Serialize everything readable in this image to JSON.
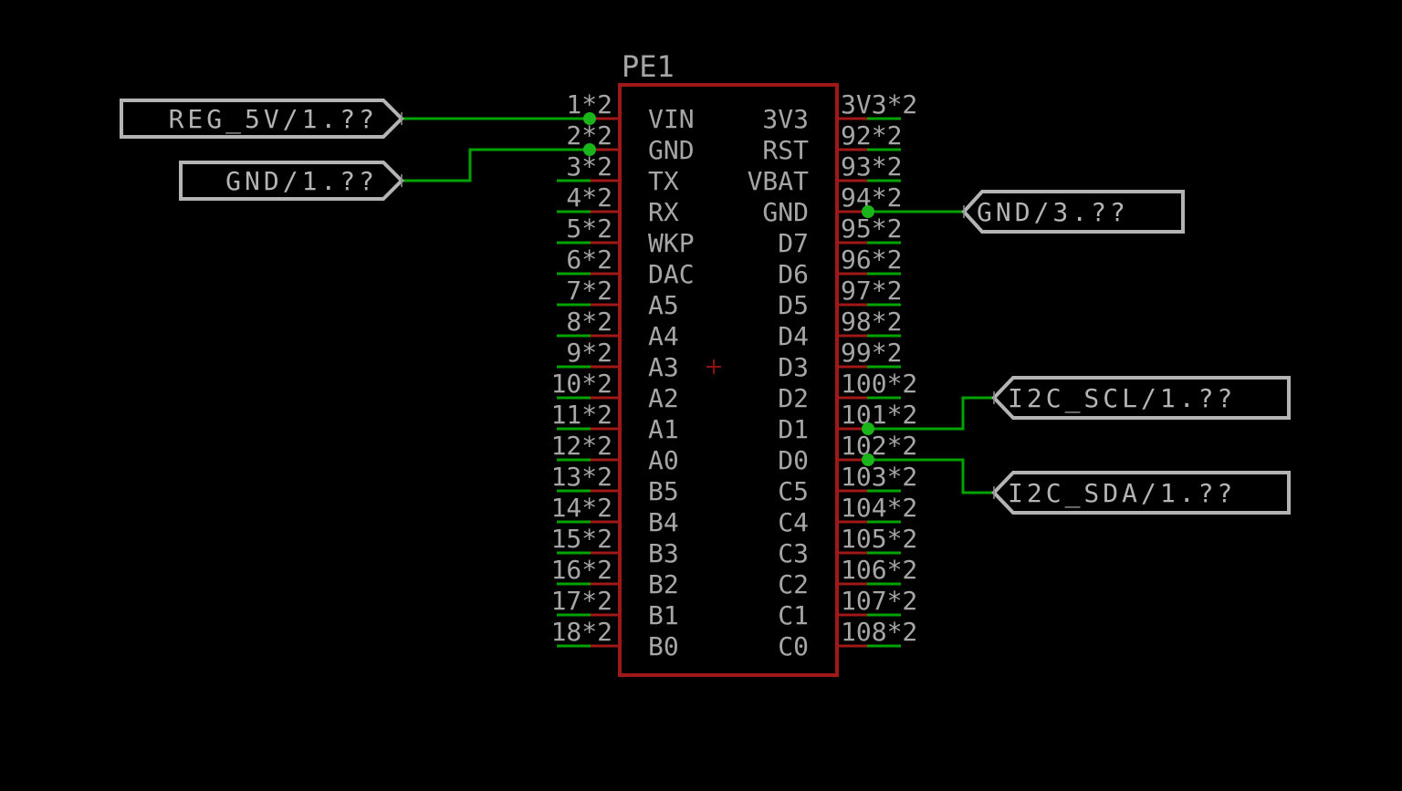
{
  "component": {
    "ref": "PE1",
    "left_pins": [
      {
        "number": "1*2",
        "name": "VIN",
        "junction": true
      },
      {
        "number": "2*2",
        "name": "GND",
        "junction": true
      },
      {
        "number": "3*2",
        "name": "TX"
      },
      {
        "number": "4*2",
        "name": "RX"
      },
      {
        "number": "5*2",
        "name": "WKP"
      },
      {
        "number": "6*2",
        "name": "DAC"
      },
      {
        "number": "7*2",
        "name": "A5"
      },
      {
        "number": "8*2",
        "name": "A4"
      },
      {
        "number": "9*2",
        "name": "A3"
      },
      {
        "number": "10*2",
        "name": "A2"
      },
      {
        "number": "11*2",
        "name": "A1"
      },
      {
        "number": "12*2",
        "name": "A0"
      },
      {
        "number": "13*2",
        "name": "B5"
      },
      {
        "number": "14*2",
        "name": "B4"
      },
      {
        "number": "15*2",
        "name": "B3"
      },
      {
        "number": "16*2",
        "name": "B2"
      },
      {
        "number": "17*2",
        "name": "B1"
      },
      {
        "number": "18*2",
        "name": "B0"
      }
    ],
    "right_pins": [
      {
        "number": "3V3*2",
        "name": "3V3"
      },
      {
        "number": "92*2",
        "name": "RST"
      },
      {
        "number": "93*2",
        "name": "VBAT"
      },
      {
        "number": "94*2",
        "name": "GND",
        "junction": true
      },
      {
        "number": "95*2",
        "name": "D7"
      },
      {
        "number": "96*2",
        "name": "D6"
      },
      {
        "number": "97*2",
        "name": "D5"
      },
      {
        "number": "98*2",
        "name": "D4"
      },
      {
        "number": "99*2",
        "name": "D3"
      },
      {
        "number": "100*2",
        "name": "D2"
      },
      {
        "number": "101*2",
        "name": "D1",
        "junction": true
      },
      {
        "number": "102*2",
        "name": "D0",
        "junction": true
      },
      {
        "number": "103*2",
        "name": "C5"
      },
      {
        "number": "104*2",
        "name": "C4"
      },
      {
        "number": "105*2",
        "name": "C3"
      },
      {
        "number": "106*2",
        "name": "C2"
      },
      {
        "number": "107*2",
        "name": "C1"
      },
      {
        "number": "108*2",
        "name": "C0"
      }
    ]
  },
  "net_labels": {
    "reg_5v": "REG_5V/1.??",
    "gnd_1": "GND/1.??",
    "gnd_3": "GND/3.??",
    "i2c_scl": "I2C_SCL/1.??",
    "i2c_sda": "I2C_SDA/1.??"
  },
  "colors": {
    "background": "#000000",
    "symbol_red": "#a01818",
    "origin_red": "#8a1212",
    "wire_green": "#00a300",
    "junction_green": "#1ab51a",
    "text_gray": "#a6a6a6",
    "flag_gray": "#b4b4b4"
  }
}
